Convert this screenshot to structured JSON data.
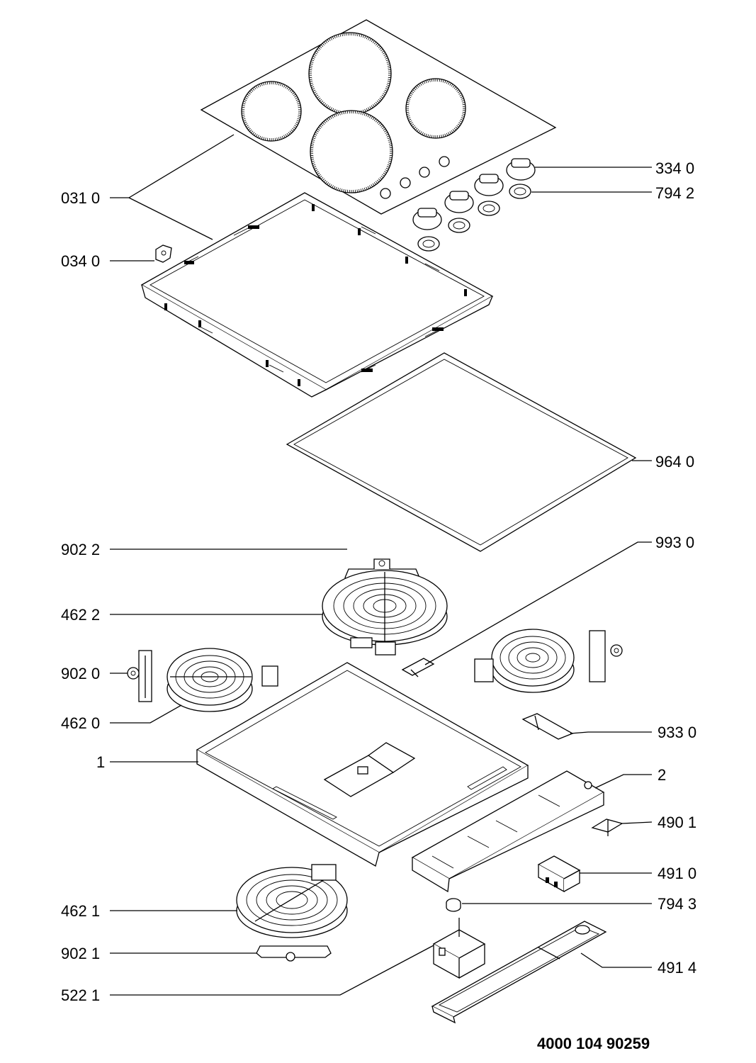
{
  "document_code": "4000 104 90259",
  "labels": [
    {
      "id": "label-334-0",
      "text": "334 0"
    },
    {
      "id": "label-794-2",
      "text": "794 2"
    },
    {
      "id": "label-031-0",
      "text": "031 0"
    },
    {
      "id": "label-034-0",
      "text": "034 0"
    },
    {
      "id": "label-964-0",
      "text": "964 0"
    },
    {
      "id": "label-902-2",
      "text": "902 2"
    },
    {
      "id": "label-993-0",
      "text": "993 0"
    },
    {
      "id": "label-462-2",
      "text": "462 2"
    },
    {
      "id": "label-902-0",
      "text": "902 0"
    },
    {
      "id": "label-462-0",
      "text": "462 0"
    },
    {
      "id": "label-933-0",
      "text": "933 0"
    },
    {
      "id": "label-1",
      "text": "1"
    },
    {
      "id": "label-2",
      "text": "2"
    },
    {
      "id": "label-490-1",
      "text": "490 1"
    },
    {
      "id": "label-491-0",
      "text": "491 0"
    },
    {
      "id": "label-794-3",
      "text": "794 3"
    },
    {
      "id": "label-462-1",
      "text": "462 1"
    },
    {
      "id": "label-491-4",
      "text": "491 4"
    },
    {
      "id": "label-902-1",
      "text": "902 1"
    },
    {
      "id": "label-522-1",
      "text": "522 1"
    }
  ]
}
